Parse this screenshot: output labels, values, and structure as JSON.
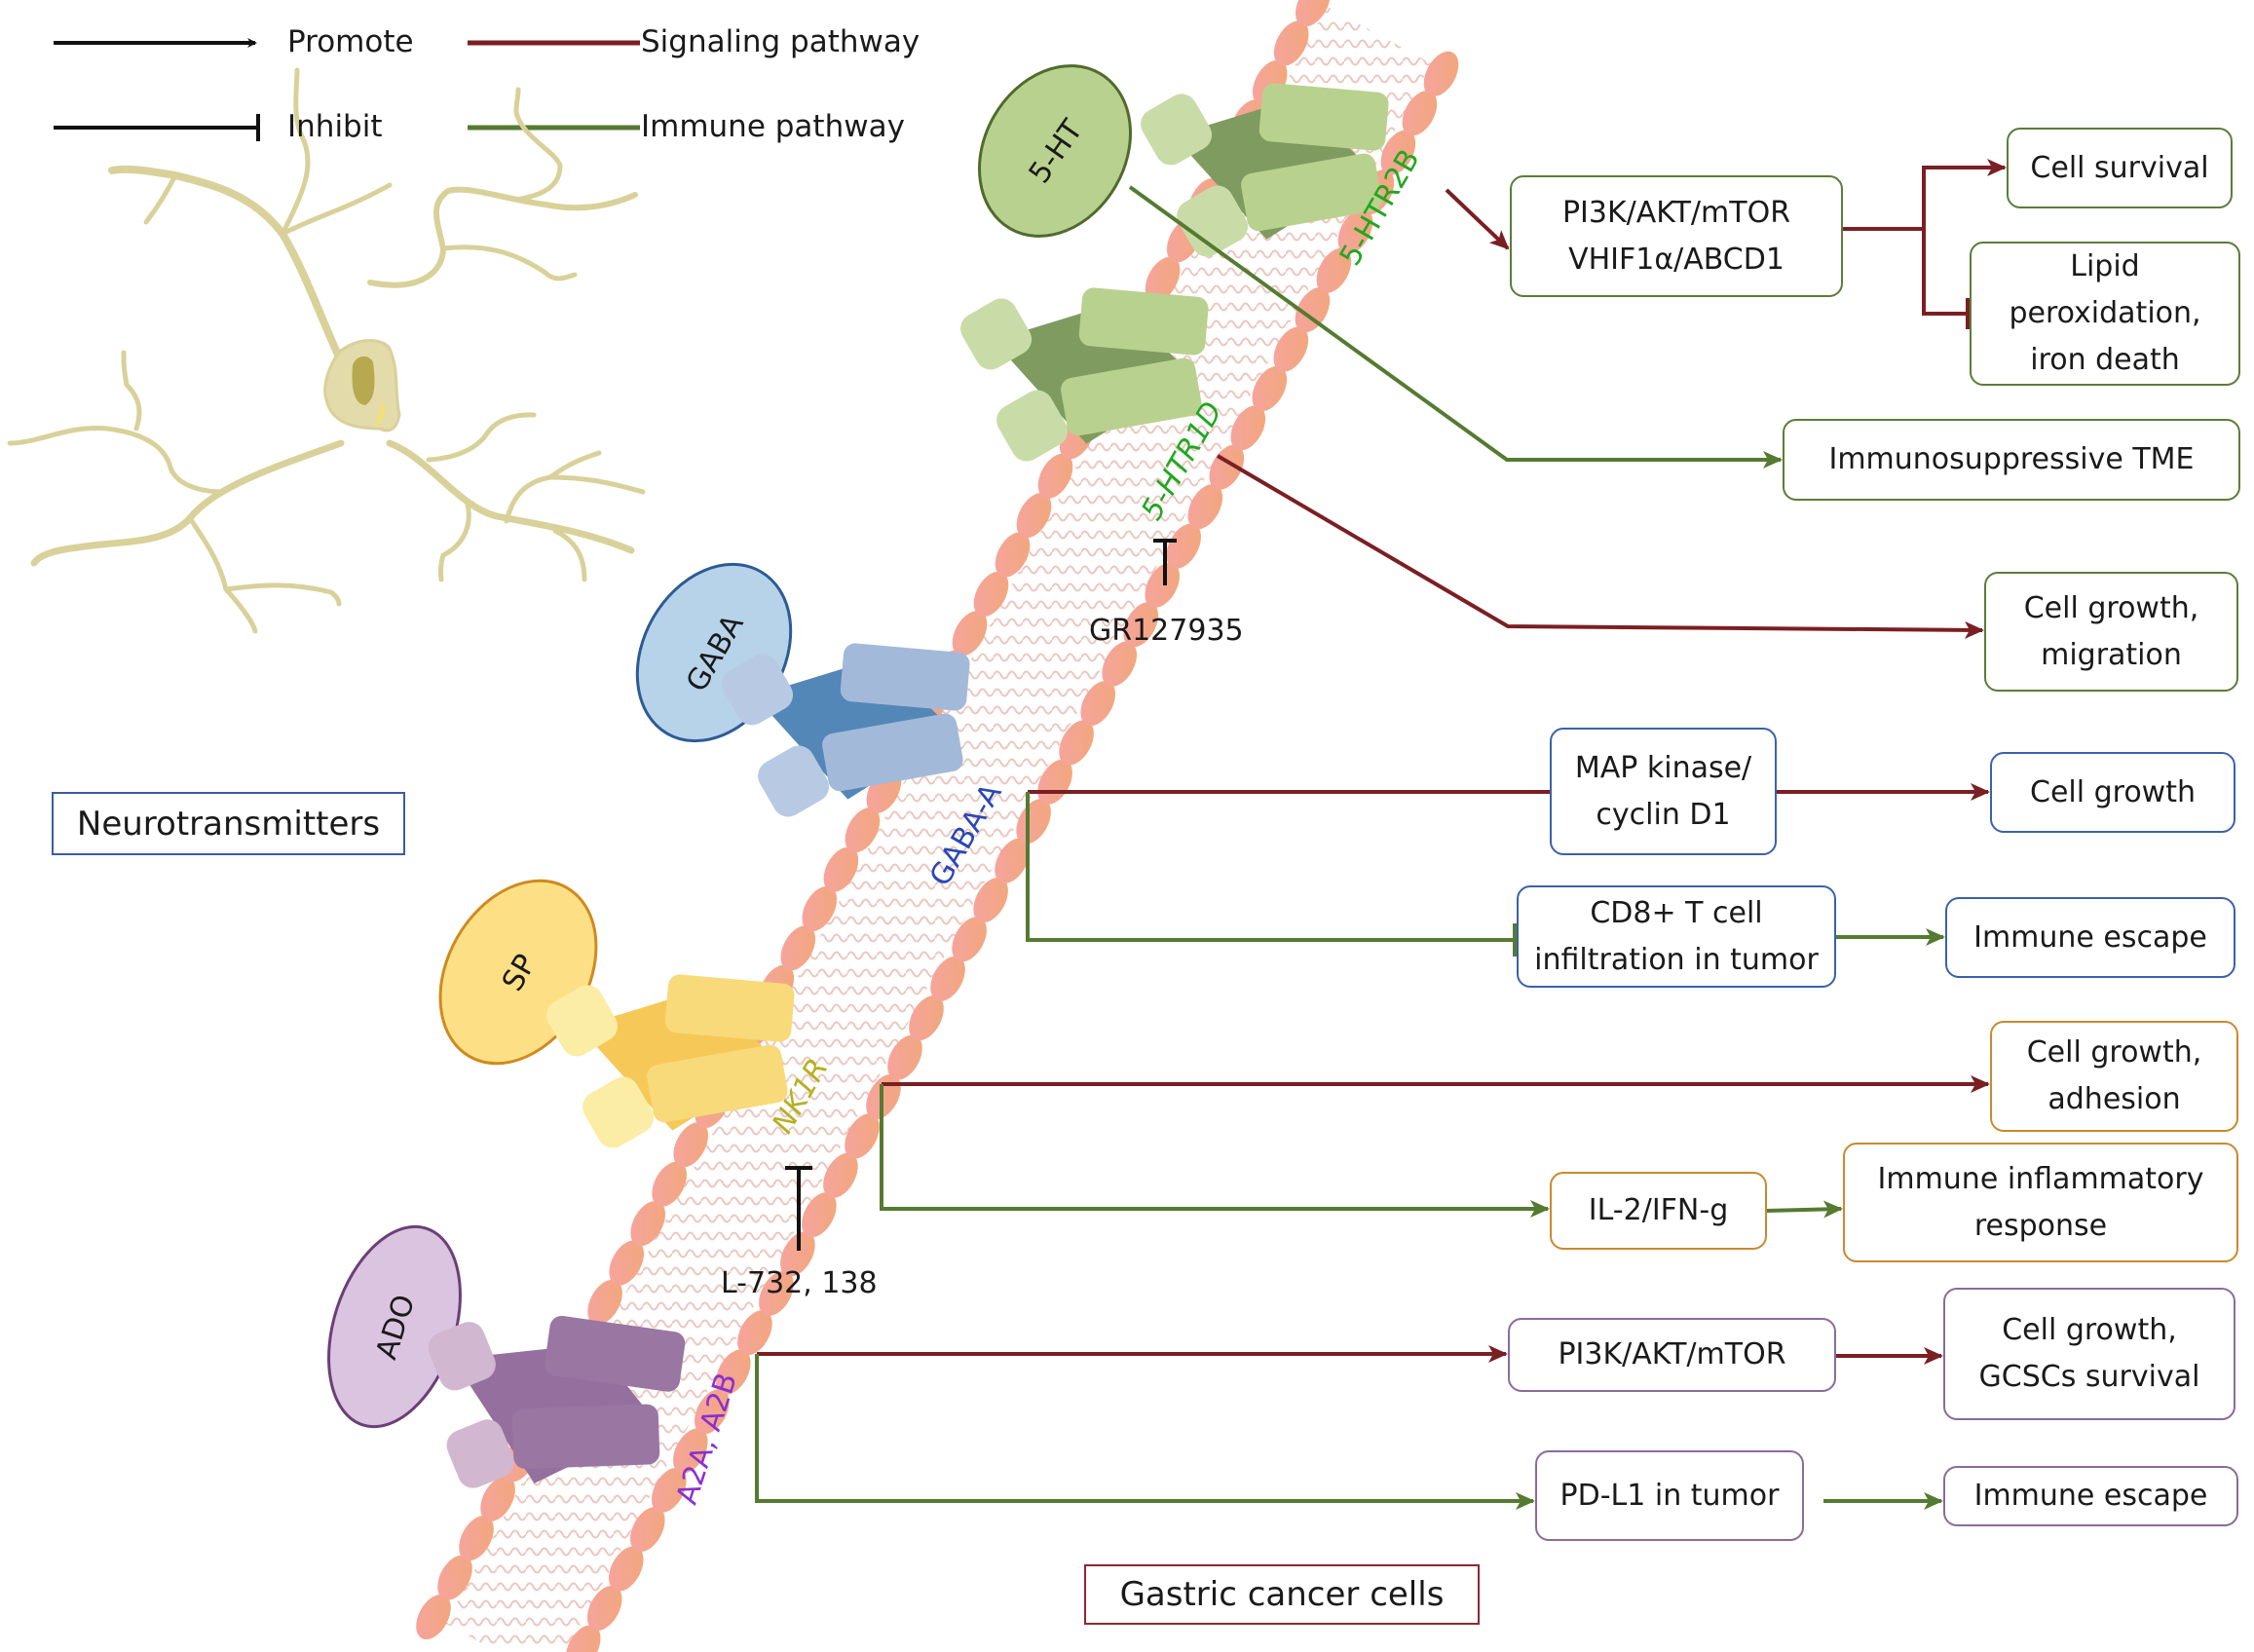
{
  "legend": {
    "promote": "Promote",
    "inhibit": "Inhibit",
    "signaling": "Signaling pathway",
    "immune": "Immune pathway"
  },
  "colors": {
    "signaling": "#7a1f23",
    "immune": "#557a31",
    "arrow_black": "#111111",
    "serotonin_fill": "#b9d18e",
    "serotonin_dark": "#7f9b60",
    "gaba_fill": "#b7d3ea",
    "gaba_dark": "#5387b7",
    "sp_fill": "#fde085",
    "sp_dark": "#f6c857",
    "ado_fill": "#dac4df",
    "ado_dark": "#95709e",
    "membrane_head": "#f3a98a",
    "neuron": "#d9d19a"
  },
  "labels": {
    "neurotransmitters": "Neurotransmitters",
    "gastric_cancer_cells": "Gastric cancer cells"
  },
  "ligands": {
    "serotonin": "5-HT",
    "gaba": "GABA",
    "sp": "SP",
    "ado": "ADO"
  },
  "receptors": {
    "htr2b": {
      "label": "5-HTR2B",
      "color": "#1fa81f"
    },
    "htr1d": {
      "label": "5-HTR1D",
      "color": "#1fa81f"
    },
    "gaba_a": {
      "label": "GABA-A",
      "color": "#2847b8"
    },
    "nk1r": {
      "label": "NK1R",
      "color": "#b5b020"
    },
    "a2a_a2b": {
      "label": "A2A, A2B",
      "color": "#8a2fd0"
    }
  },
  "inhibitors": {
    "gr127935": "GR127935",
    "l732138": "L-732, 138"
  },
  "boxes": {
    "pi3k_vhif": "PI3K/AKT/mTOR\nVHIF1α/ABCD1",
    "cell_survival": "Cell survival",
    "lipid": "Lipid\nperoxidation,\niron death",
    "immunosuppressive": "Immunosuppressive TME",
    "growth_migration": "Cell growth,\nmigration",
    "map_kinase": "MAP kinase/\ncyclin D1",
    "cell_growth": "Cell growth",
    "cd8": "CD8+ T cell\ninfiltration in tumor",
    "immune_escape_1": "Immune escape",
    "growth_adhesion": "Cell growth,\nadhesion",
    "il2": "IL-2/IFN-g",
    "immune_inflammatory": "Immune inflammatory\nresponse",
    "pi3k_2": "PI3K/AKT/mTOR",
    "growth_gcscs": "Cell growth,\nGCSCs survival",
    "pdl1": "PD-L1 in tumor",
    "immune_escape_2": "Immune escape"
  }
}
